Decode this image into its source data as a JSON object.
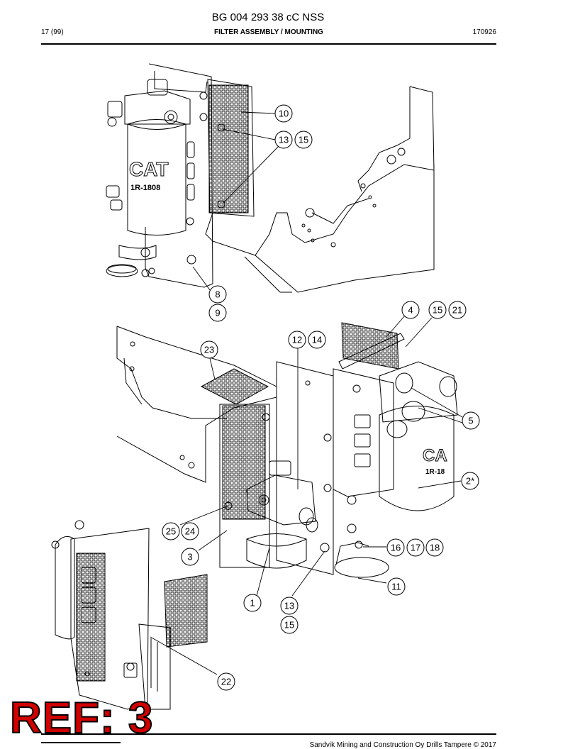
{
  "header": {
    "title": "BG 004 293 38 cC NSS",
    "page": "17 (99)",
    "section": "FILTER ASSEMBLY / MOUNTING",
    "date_code": "170926"
  },
  "filter_label": {
    "brand": "CAT",
    "part": "1R-1808",
    "brand_partial": "CA",
    "part_partial": "1R-18"
  },
  "callouts": {
    "c10": "10",
    "c13a": "13",
    "c15a": "15",
    "c8": "8",
    "c9": "9",
    "c4": "4",
    "c15b": "15",
    "c21": "21",
    "c12": "12",
    "c14": "14",
    "c23": "23",
    "c5": "5",
    "c2": "2*",
    "c25": "25",
    "c24": "24",
    "c3": "3",
    "c16": "16",
    "c17": "17",
    "c18": "18",
    "c11": "11",
    "c1": "1",
    "c13b": "13",
    "c15c": "15",
    "c22": "22"
  },
  "stamp": "REF: 3",
  "footer": {
    "copyright": "Sandvik Mining and Construction Oy Drills Tampere © 2017"
  }
}
